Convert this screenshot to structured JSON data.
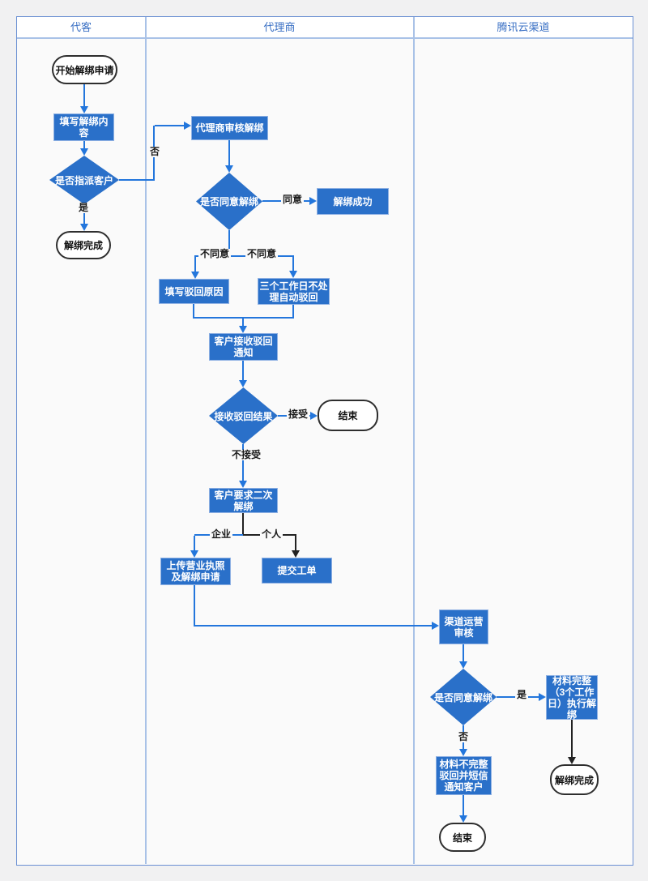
{
  "lanes": [
    {
      "label": "代客"
    },
    {
      "label": "代理商"
    },
    {
      "label": "腾讯云渠道"
    }
  ],
  "nodes": {
    "start": {
      "label": "开始解绑申请",
      "type": "terminator"
    },
    "fill_unbind": {
      "label": "填写解绑内容",
      "type": "process"
    },
    "assign_customer_q": {
      "label": "是否指派客户",
      "type": "decision"
    },
    "unbind_done_1": {
      "label": "解绑完成",
      "type": "terminator"
    },
    "agent_review": {
      "label": "代理商审核解绑",
      "type": "process"
    },
    "agree_unbind_q1": {
      "label": "是否同意解绑",
      "type": "decision"
    },
    "unbind_success": {
      "label": "解绑成功",
      "type": "process"
    },
    "fill_reject_reason": {
      "label": "填写驳回原因",
      "type": "process"
    },
    "auto_reject": {
      "label": "三个工作日不处理自动驳回",
      "type": "process"
    },
    "receive_reject_notice": {
      "label": "客户接收驳回通知",
      "type": "process"
    },
    "receive_reject_result_q": {
      "label": "接收驳回结果",
      "type": "decision"
    },
    "end_1": {
      "label": "结束",
      "type": "terminator"
    },
    "second_unbind": {
      "label": "客户要求二次解绑",
      "type": "process"
    },
    "upload_license": {
      "label": "上传营业执照及解绑申请",
      "type": "process"
    },
    "submit_ticket": {
      "label": "提交工单",
      "type": "process"
    },
    "channel_review": {
      "label": "渠道运营审核",
      "type": "process"
    },
    "agree_unbind_q2": {
      "label": "是否同意解绑",
      "type": "decision"
    },
    "materials_complete": {
      "label": "材料完整（3个工作日）执行解绑",
      "type": "process"
    },
    "unbind_done_2": {
      "label": "解绑完成",
      "type": "terminator"
    },
    "materials_incomplete": {
      "label": "材料不完整驳回并短信通知客户",
      "type": "process"
    },
    "end_2": {
      "label": "结束",
      "type": "terminator"
    }
  },
  "edge_labels": {
    "no_assign": "否",
    "yes_assign": "是",
    "agree": "同意",
    "disagree_left": "不同意",
    "disagree_right": "不同意",
    "accept": "接受",
    "not_accept": "不接受",
    "enterprise": "企业",
    "individual": "个人",
    "yes_agree2": "是",
    "no_agree2": "否"
  },
  "colors": {
    "shape_blue": "#2A70C9",
    "connector_blue": "#2376DC",
    "connector_black": "#222222",
    "frame_border": "#6B90D3",
    "lane_divider": "#A9C2E7",
    "header_text": "#3A70C4",
    "page_background": "#F1F1F2",
    "lane_background": "#FAFAFA"
  }
}
